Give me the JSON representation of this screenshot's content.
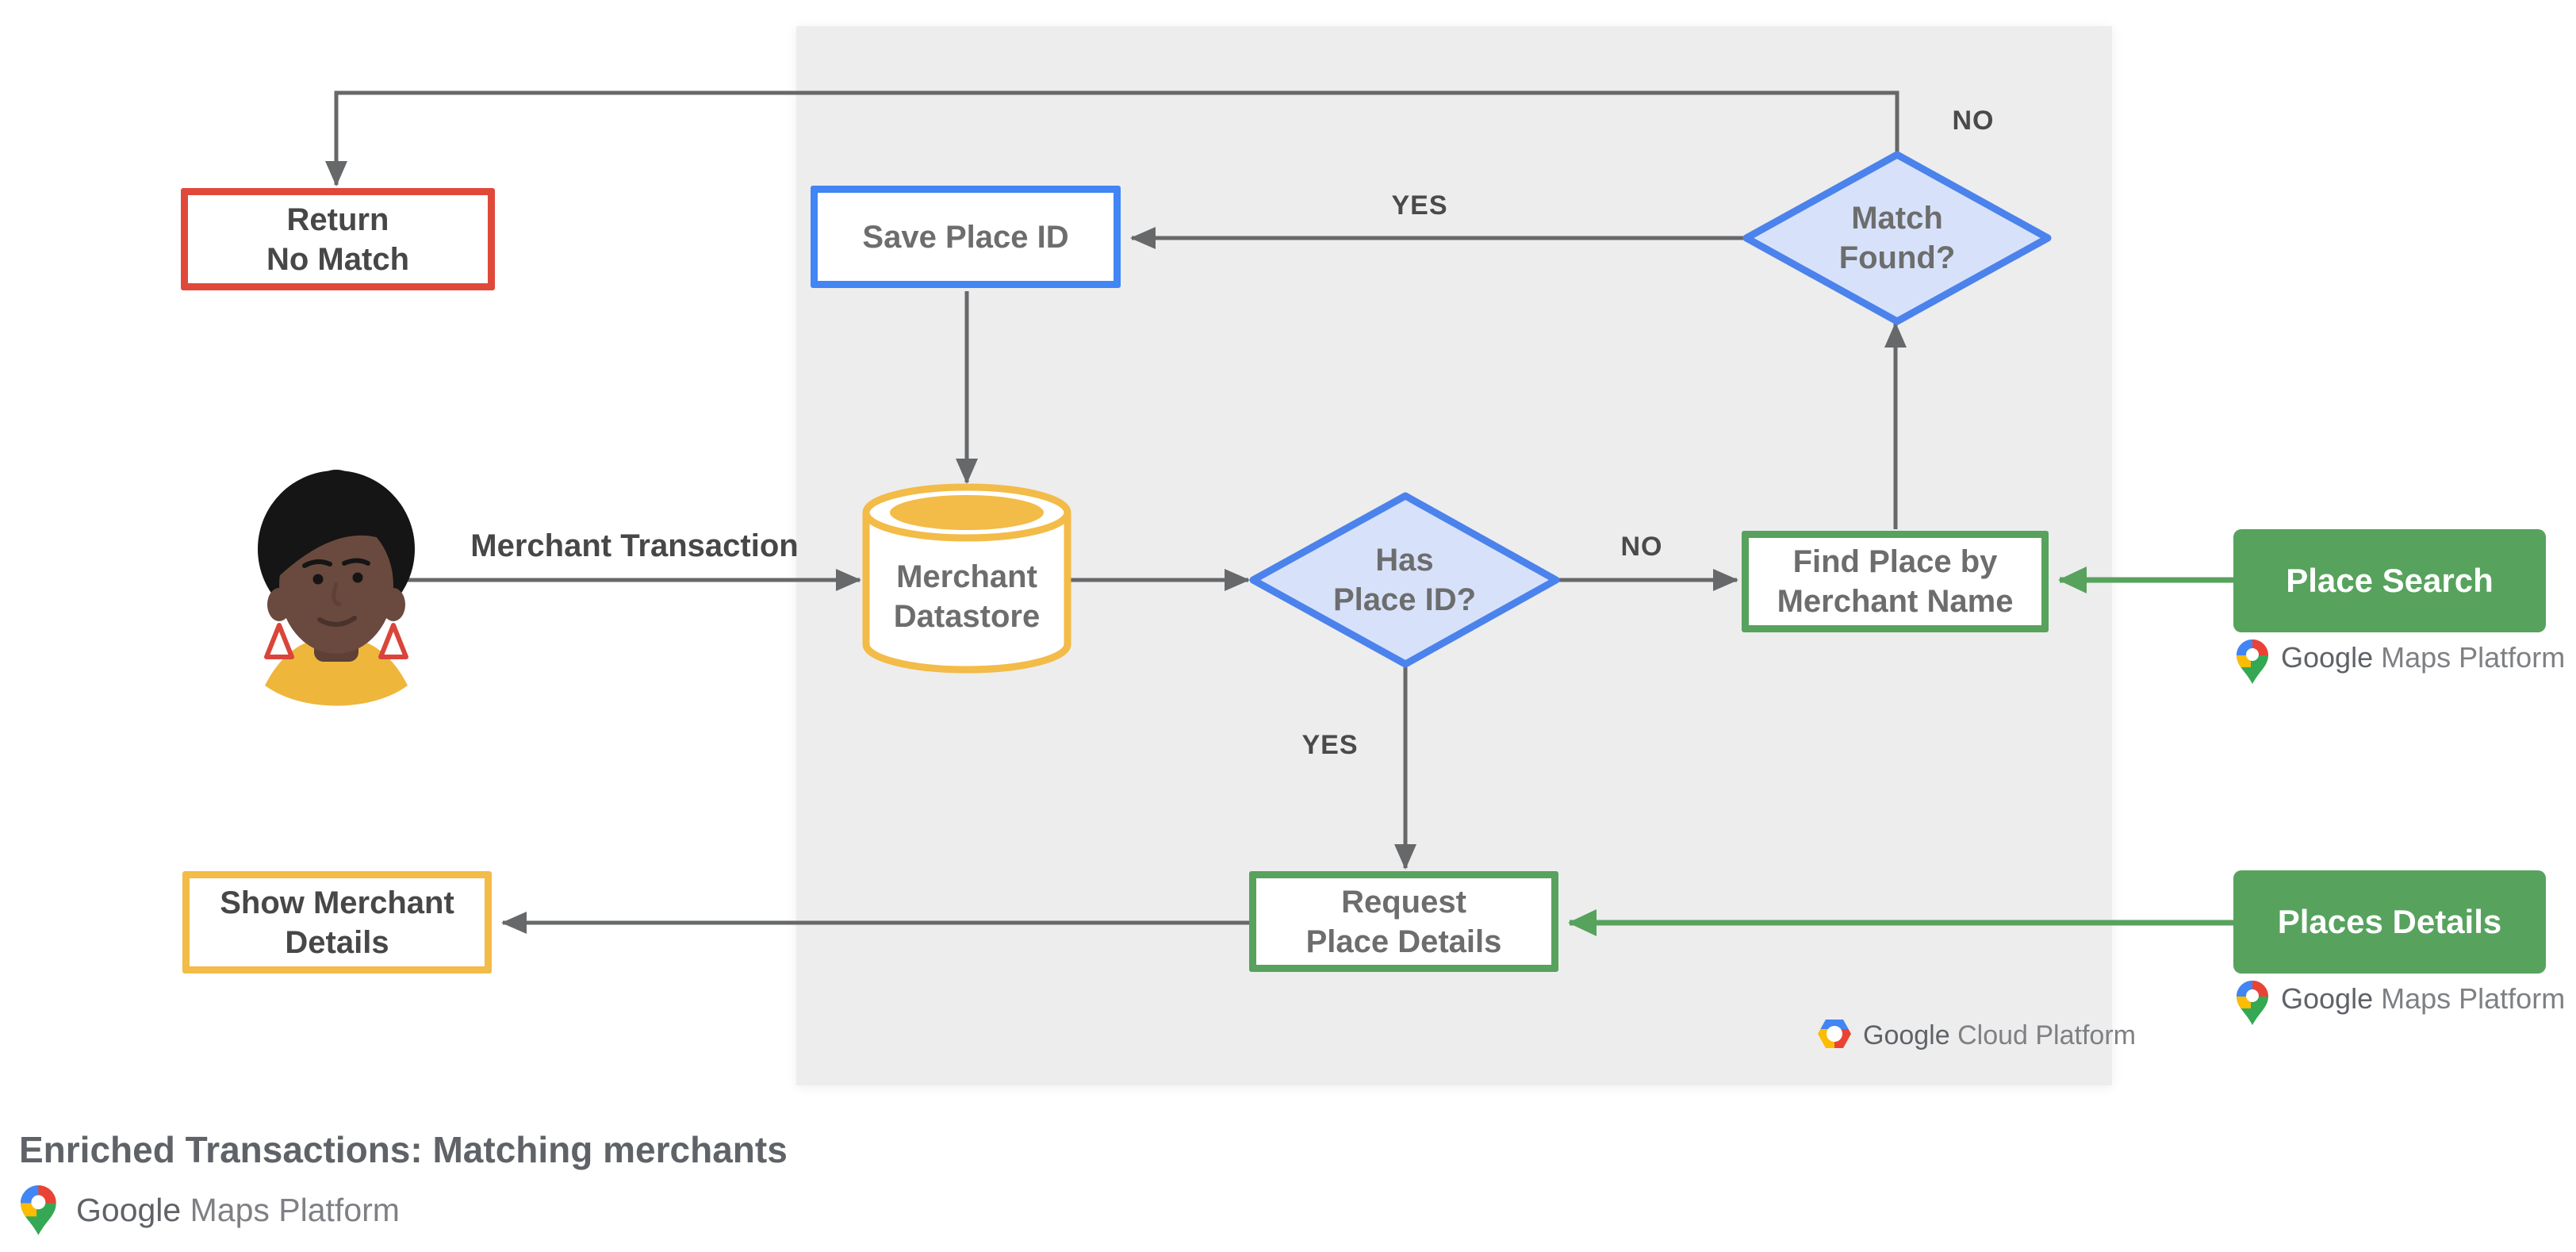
{
  "footer": {
    "title": "Enriched Transactions: Matching merchants"
  },
  "nodes": {
    "return_no_match": {
      "line1": "Return",
      "line2": "No Match"
    },
    "save_place_id": {
      "label": "Save Place ID"
    },
    "match_found": {
      "line1": "Match",
      "line2": "Found?"
    },
    "merchant_datastore": {
      "line1": "Merchant",
      "line2": "Datastore"
    },
    "has_place_id": {
      "line1": "Has",
      "line2": "Place ID?"
    },
    "find_place_by_merchant_name": {
      "line1": "Find Place by",
      "line2": "Merchant Name"
    },
    "request_place_details": {
      "line1": "Request",
      "line2": "Place Details"
    },
    "show_merchant_details": {
      "line1": "Show Merchant",
      "line2": "Details"
    },
    "place_search": {
      "label": "Place Search"
    },
    "places_details": {
      "label": "Places Details"
    }
  },
  "labels": {
    "merchant_transaction": "Merchant Transaction",
    "yes_save": "YES",
    "no_return": "NO",
    "no_find": "NO",
    "yes_request": "YES"
  },
  "logos": {
    "google_maps": {
      "brand": "Google",
      "product": "Maps Platform"
    },
    "google_cloud": {
      "brand": "Google",
      "product": "Cloud Platform"
    }
  },
  "colors": {
    "red_border": "#E0493A",
    "blue_border": "#4285F4",
    "diamond_fill": "#D7E2FA",
    "diamond_stroke": "#4B82EC",
    "yellow": "#F3BB47",
    "green": "#57A25D",
    "arrow_gray": "#66686A",
    "panel_gray": "#EDEDED"
  }
}
